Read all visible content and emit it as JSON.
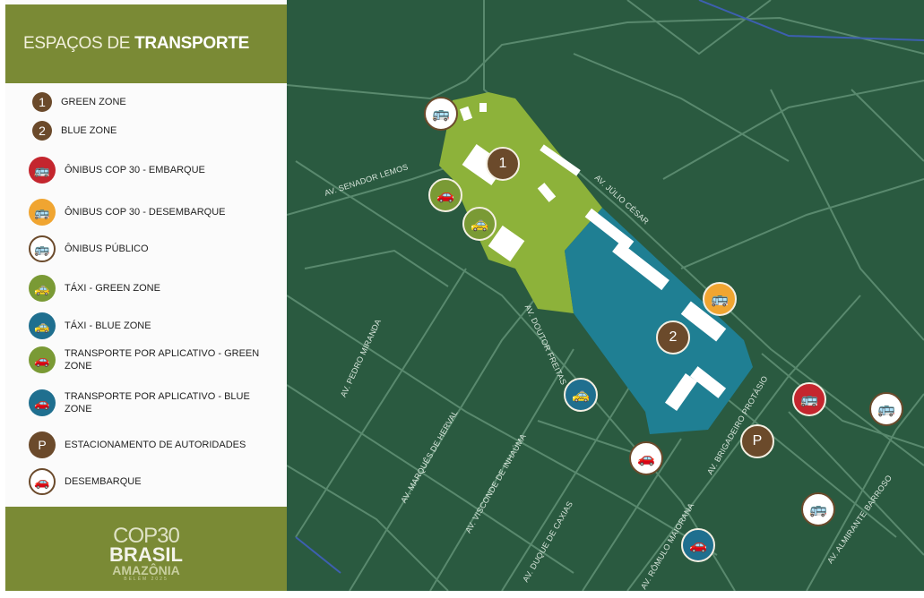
{
  "header": {
    "title_light": "ESPAÇOS DE ",
    "title_bold": "TRANSPORTE"
  },
  "legend": [
    {
      "icon": "number-1",
      "label": "GREEN ZONE",
      "color": "#6b4a2b",
      "glyph": "1"
    },
    {
      "icon": "number-2",
      "label": "BLUE ZONE",
      "color": "#6b4a2b",
      "glyph": "2"
    },
    {
      "icon": "bus-icon",
      "label": "ÔNIBUS COP 30 - EMBARQUE",
      "color": "#c4262e",
      "glyph": "🚌"
    },
    {
      "icon": "bus-icon",
      "label": "ÔNIBUS COP 30 - DESEMBARQUE",
      "color": "#f0a531",
      "glyph": "🚌"
    },
    {
      "icon": "bus-icon",
      "label": "ÔNIBUS PÚBLICO",
      "color": "#ffffff",
      "glyph": "🚌"
    },
    {
      "icon": "taxi-icon",
      "label": "TÁXI - GREEN ZONE",
      "color": "#7a9a35",
      "glyph": "🚕"
    },
    {
      "icon": "taxi-icon",
      "label": "TÁXI - BLUE ZONE",
      "color": "#1f6f8f",
      "glyph": "🚕"
    },
    {
      "icon": "app-car-icon",
      "label": "TRANSPORTE POR APLICATIVO - GREEN ZONE",
      "color": "#7a9a35",
      "glyph": "🚗"
    },
    {
      "icon": "app-car-icon",
      "label": "TRANSPORTE POR APLICATIVO - BLUE ZONE",
      "color": "#1f6f8f",
      "glyph": "🚗"
    },
    {
      "icon": "parking-icon",
      "label": "ESTACIONAMENTO DE AUTORIDADES",
      "color": "#6b4a2b",
      "glyph": "P"
    },
    {
      "icon": "car-icon",
      "label": "DESEMBARQUE",
      "color": "#ffffff",
      "glyph": "🚗"
    }
  ],
  "footer": {
    "logo_l1": "COP30",
    "logo_l2": "BRASIL",
    "logo_l3": "AMAZÔNIA",
    "logo_l4": "BELÉM 2025"
  },
  "streets": [
    "AV. SENADOR LEMOS",
    "AV. JÚLIO CÉSAR",
    "AV. PEDRO MIRANDA",
    "AV. DOUTOR FREITAS",
    "AV. MARQUÊS DE HERVAL",
    "AV. VISCONDE DE INHAÚMA",
    "AV. DUQUE DE CAXIAS",
    "AV. RÔMULO MAIORANA",
    "AV. BRIGADEIRO PROTÁSIO",
    "AV. ALMIRANTE BARROSO"
  ],
  "markers": {
    "zone1": "1",
    "zone2": "2",
    "parking": "P"
  }
}
